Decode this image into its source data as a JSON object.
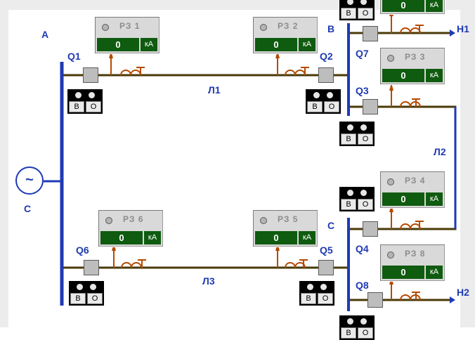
{
  "buses": {
    "a": "A",
    "b": "B",
    "c": "C"
  },
  "generator": {
    "label": "C",
    "symbol": "~"
  },
  "lines": {
    "l1": "Л1",
    "l2": "Л2",
    "l3": "Л3"
  },
  "loads": {
    "h1": "H1",
    "h2": "H2"
  },
  "breakers": {
    "q1": "Q1",
    "q2": "Q2",
    "q3": "Q3",
    "q4": "Q4",
    "q5": "Q5",
    "q6": "Q6",
    "q7": "Q7",
    "q8": "Q8"
  },
  "relays": [
    {
      "id": "rz1",
      "name": "РЗ 1",
      "value": "0",
      "unit": "кА"
    },
    {
      "id": "rz2",
      "name": "РЗ 2",
      "value": "0",
      "unit": "кА"
    },
    {
      "id": "rz3",
      "name": "РЗ 3",
      "value": "0",
      "unit": "кА"
    },
    {
      "id": "rz4",
      "name": "РЗ 4",
      "value": "0",
      "unit": "кА"
    },
    {
      "id": "rz5",
      "name": "РЗ 5",
      "value": "0",
      "unit": "кА"
    },
    {
      "id": "rz6",
      "name": "РЗ 6",
      "value": "0",
      "unit": "кА"
    },
    {
      "id": "rz7",
      "name": "",
      "value": "0",
      "unit": "кА"
    },
    {
      "id": "rz8",
      "name": "РЗ 8",
      "value": "0",
      "unit": "кА"
    }
  ],
  "controls": {
    "on_label": "В",
    "off_label": "О"
  },
  "colors": {
    "bus": "#1e3ab4",
    "line": "#4a3a08",
    "relay_display": "#0f5b0f",
    "ct": "#b44a00"
  }
}
